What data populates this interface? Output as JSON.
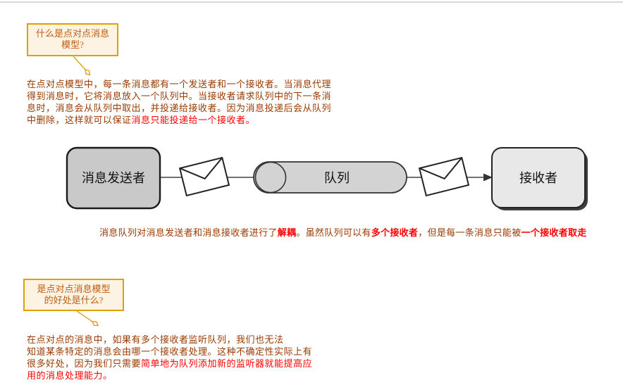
{
  "colors": {
    "body_text": "#9a3a00",
    "highlight_red": "#ff0000",
    "callout_border": "#dfa005",
    "callout_background": "#fdf3e2",
    "callout_text": "#bf5c10",
    "sender_fill": "#c9c9c9",
    "queue_fill": "#d3d3d3",
    "receiver_fill": "#e8e8e8",
    "top_rule": "#d9d9d9"
  },
  "callout1": {
    "line1": "什么是点对点消息",
    "line2": "模型?"
  },
  "callout2": {
    "line1": "是点对点消息模型",
    "line2": "的好处是什么?"
  },
  "para1": {
    "normal": "在点对点模型中，每一条消息都有一个发送者和一个接收者。当消息代理得到消息时，它将消息放入一个队列中。当接收者请求队列中的下一条消息时，消息会从队列中取出，并投递给接收者。因为消息投递后会从队列中删除，这样就可以保证",
    "red": "消息只能投递给一个接收者。"
  },
  "diagram": {
    "sender_label": "消息发送者",
    "queue_label": "队列",
    "receiver_label": "接收者",
    "icons": [
      "envelope-icon",
      "envelope-icon",
      "arrowhead-icon",
      "queue-cylinder"
    ]
  },
  "caption": {
    "s1": "消息队列对消息发送者和消息接收者进行了",
    "s2": "解耦",
    "s3": "。虽然队列可以有",
    "s4": "多个接收者",
    "s5": "，但是每一条消息只能被",
    "s6": "一个接收者取走"
  },
  "para2": {
    "line1": "在点对点的消息中，如果有多个接收者监听队列，我们也无法",
    "line2_normal": "知道某条特定的消息会由哪一个接收者处理。这种不确定性实际上有很多好处，因为我们只需要",
    "red": "简单地为队列添加新的监听器就能提高应用的消息处理能力。"
  }
}
